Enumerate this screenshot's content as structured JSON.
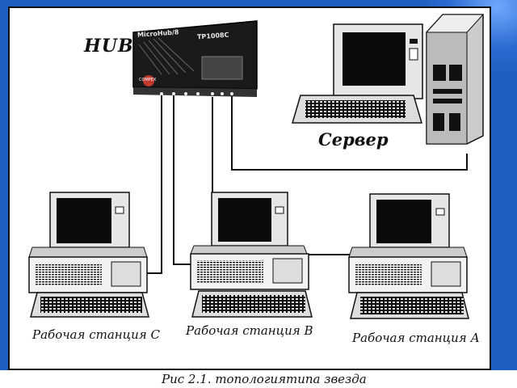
{
  "diagram": {
    "hub_label": "HUB",
    "hub_brand": "MicroHub/8",
    "hub_model": "TP1008C",
    "hub_logo": "COMPEX",
    "server_label": "Сервер",
    "workstation_c_label": "Рабочая станция С",
    "workstation_b_label": "Рабочая станция В",
    "workstation_a_label": "Рабочая станция А",
    "caption": "Рис 2.1. топологиятипа звезда"
  },
  "colors": {
    "background": "#1c5fbf",
    "frame": "#111111",
    "screen": "#0a0a0a"
  }
}
